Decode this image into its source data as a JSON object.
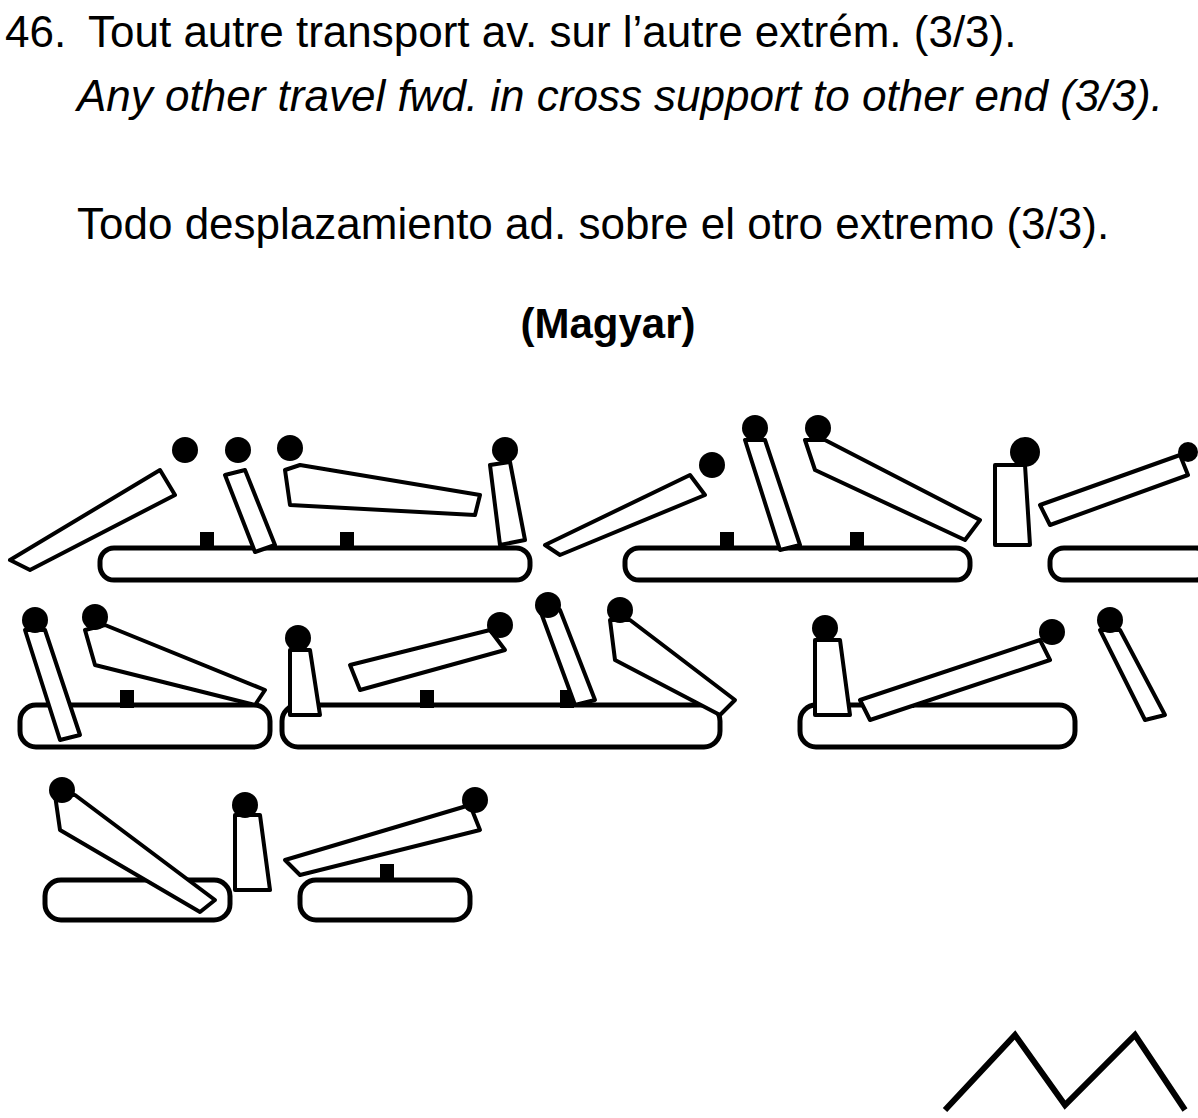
{
  "diagram": {
    "labels": [
      "46.",
      "Tout autre transport av. sur l’autre extrém. (3/3).",
      "Any other travel fwd. in cross support to other end (3/3).",
      "Todo desplazamiento ad. sobre el otro extremo (3/3).",
      "(Magyar)"
    ]
  }
}
